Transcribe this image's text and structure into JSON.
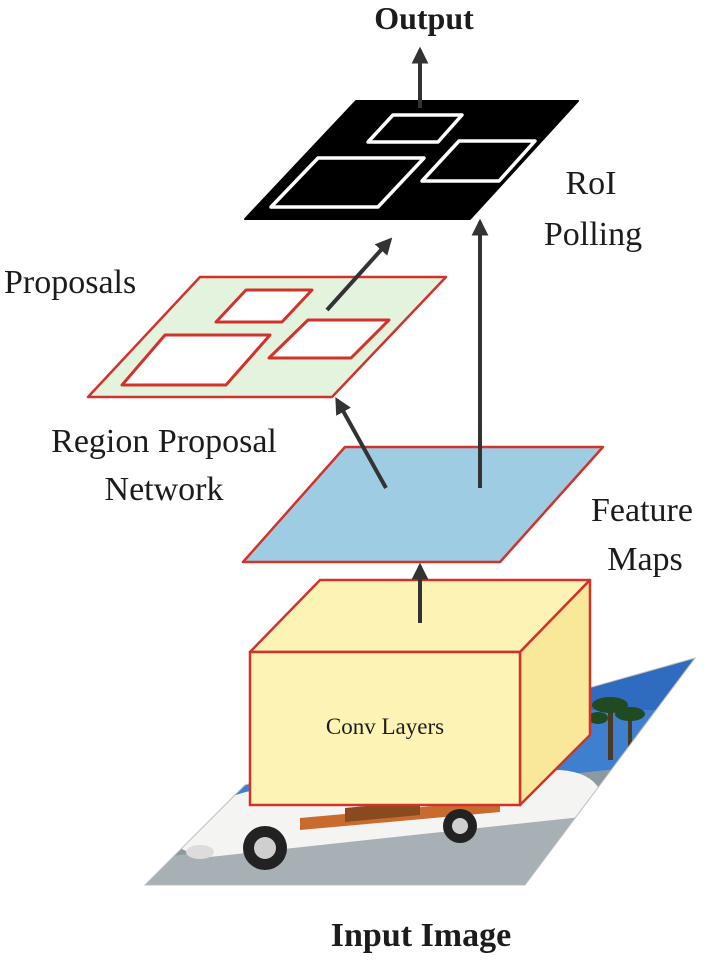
{
  "labels": {
    "output": "Output",
    "roi_line1": "RoI",
    "roi_line2": "Polling",
    "proposals": "Proposals",
    "rpn_line1": "Region Proposal",
    "rpn_line2": "Network",
    "feature_line1": "Feature",
    "feature_line2": "Maps",
    "conv_layers": "Conv Layers",
    "input_image": "Input Image"
  },
  "colors": {
    "roi_plane": "#000000",
    "roi_boxes": "#ffffff",
    "proposal_plane": "#e3f3dd",
    "proposal_edge": "#d1332a",
    "feature_plane": "#9ecde3",
    "conv_face": "#fdf3b4",
    "conv_side": "#fae89a",
    "arrow": "#333333",
    "text": "#1c1c1c"
  }
}
